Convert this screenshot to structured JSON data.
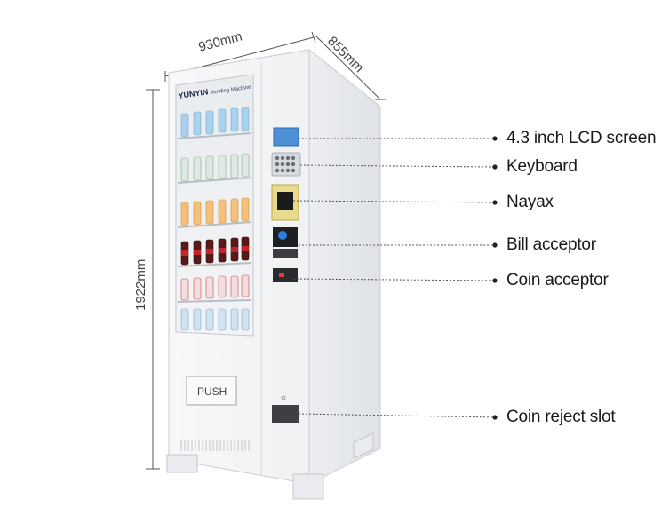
{
  "dimensions": {
    "width": "930mm",
    "depth": "855mm",
    "height": "1922mm"
  },
  "machine": {
    "brand": "YUNYIN",
    "subtitle": "Vending Machine",
    "push_label": "PUSH"
  },
  "callouts": [
    {
      "id": "lcd",
      "label": "4.3 inch LCD screen"
    },
    {
      "id": "keyboard",
      "label": "Keyboard"
    },
    {
      "id": "nayax",
      "label": "Nayax"
    },
    {
      "id": "bill",
      "label": "Bill acceptor"
    },
    {
      "id": "coin",
      "label": "Coin acceptor"
    },
    {
      "id": "reject",
      "label": "Coin reject slot"
    }
  ],
  "colors": {
    "body": "#f4f5f7",
    "side": "#e6e8eb",
    "lcd": "#4f8fd6",
    "nayax": "#e8dc8c",
    "leader": "#555555"
  }
}
